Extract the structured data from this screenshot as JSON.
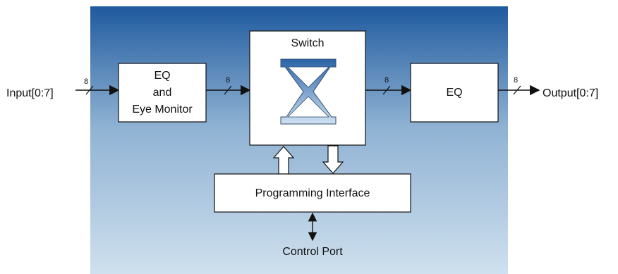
{
  "diagram": {
    "colors": {
      "background_top": "#1f5a9e",
      "background_bottom": "#cfe0ee",
      "box_fill": "#ffffff",
      "line": "#111111",
      "x_top": "#2a64a8",
      "x_bottom": "#c6dbee"
    },
    "input": {
      "label": "Input[0:7]",
      "bus_width": "8"
    },
    "eq_monitor": {
      "line1": "EQ",
      "line2": "and",
      "line3": "Eye Monitor",
      "bus_width": "8"
    },
    "switch": {
      "label": "Switch",
      "symbol": "crossbar-x-icon",
      "bus_width": "8"
    },
    "eq_out": {
      "label": "EQ",
      "bus_width": "8"
    },
    "output": {
      "label": "Output[0:7]"
    },
    "programming_interface": {
      "label": "Programming Interface"
    },
    "control_port": {
      "label": "Control Port"
    }
  }
}
